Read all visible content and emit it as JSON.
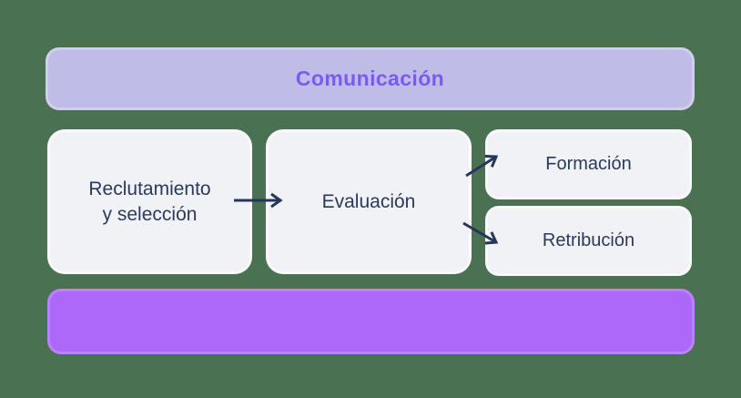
{
  "colors": {
    "background": "#4A7152",
    "top_bar_bg": "#BFBCE8",
    "top_bar_text": "#7B5AF1",
    "node_bg": "#F1F2F6",
    "node_text": "#2B3A5C",
    "arrow": "#27355A",
    "bottom_bar_bg": "#AC68F8"
  },
  "diagram": {
    "top_bar": {
      "label": "Comunicación"
    },
    "nodes": [
      {
        "id": "reclutamiento-y-seleccion",
        "label": "Reclutamiento\ny selección"
      },
      {
        "id": "evaluacion",
        "label": "Evaluación"
      },
      {
        "id": "formacion",
        "label": "Formación"
      },
      {
        "id": "retribucion",
        "label": "Retribución"
      }
    ],
    "arrows": [
      {
        "from": "reclutamiento-y-seleccion",
        "to": "evaluacion"
      },
      {
        "from": "evaluacion",
        "to": "formacion"
      },
      {
        "from": "evaluacion",
        "to": "retribucion"
      }
    ],
    "bottom_bar": {
      "label": ""
    }
  }
}
